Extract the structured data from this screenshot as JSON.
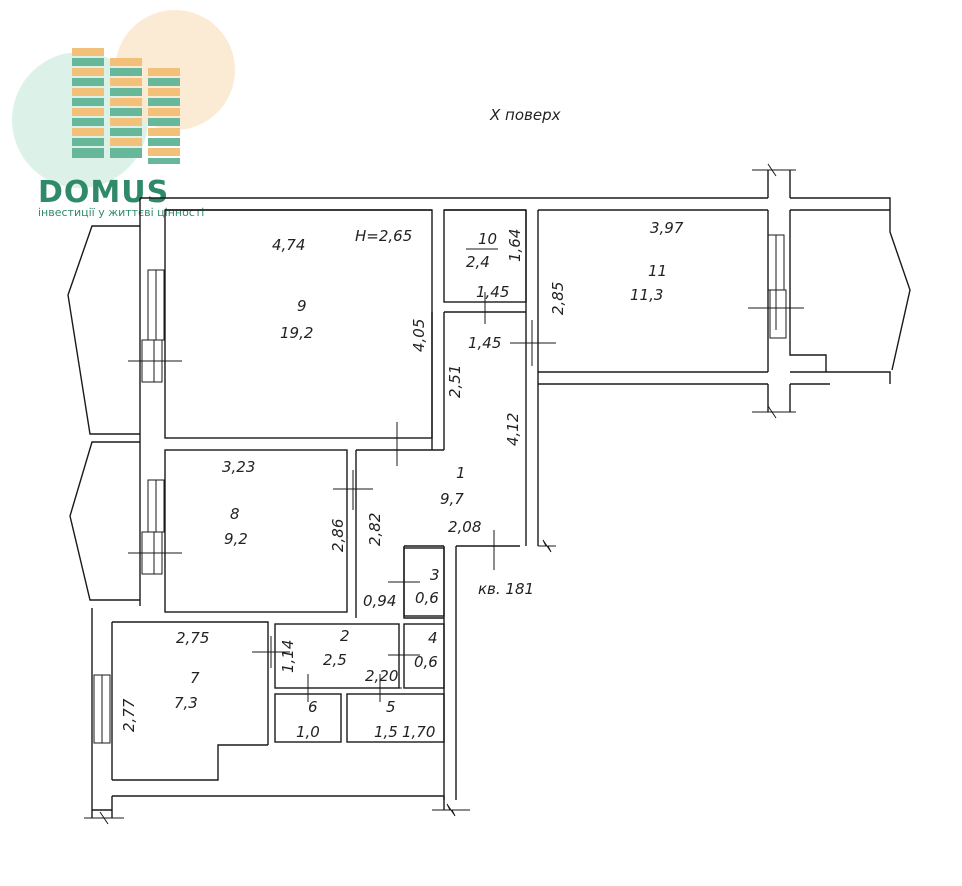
{
  "floor_title": "X поверх",
  "logo": {
    "name": "DOMUS",
    "tagline": "інвестиції у життєві цінності",
    "colors": {
      "green": "#2f8a6a",
      "orange": "#f3c07a",
      "light_green": "#cfeadf"
    }
  },
  "apartment_label": "кв. 181",
  "height_label": "Н=2,65",
  "rooms": [
    {
      "number": "1",
      "area": "9,7"
    },
    {
      "number": "2",
      "area": "2,5"
    },
    {
      "number": "3",
      "area": "0,6"
    },
    {
      "number": "4",
      "area": "0,6"
    },
    {
      "number": "5",
      "area": "1,5"
    },
    {
      "number": "6",
      "area": "1,0"
    },
    {
      "number": "7",
      "area": "7,3"
    },
    {
      "number": "8",
      "area": "9,2"
    },
    {
      "number": "9",
      "area": "19,2"
    },
    {
      "number": "10",
      "area": "2,4"
    },
    {
      "number": "11",
      "area": "11,3"
    }
  ],
  "dimensions": {
    "d9_w": "4,74",
    "d9_h": "4,05",
    "d10_w": "1,45",
    "d10_h": "1,64",
    "d11_w": "3,97",
    "d11_h": "2,85",
    "d1_a": "1,45",
    "d1_b": "2,51",
    "d1_c": "4,12",
    "d1_d": "2,08",
    "d1_e": "2,82",
    "d8_w": "3,23",
    "d8_h": "2,86",
    "d7_w": "2,75",
    "d7_h": "2,77",
    "d2_h": "1,14",
    "d5_w": "2,20",
    "d5_h": "1,70",
    "d3_w": "0,94"
  }
}
